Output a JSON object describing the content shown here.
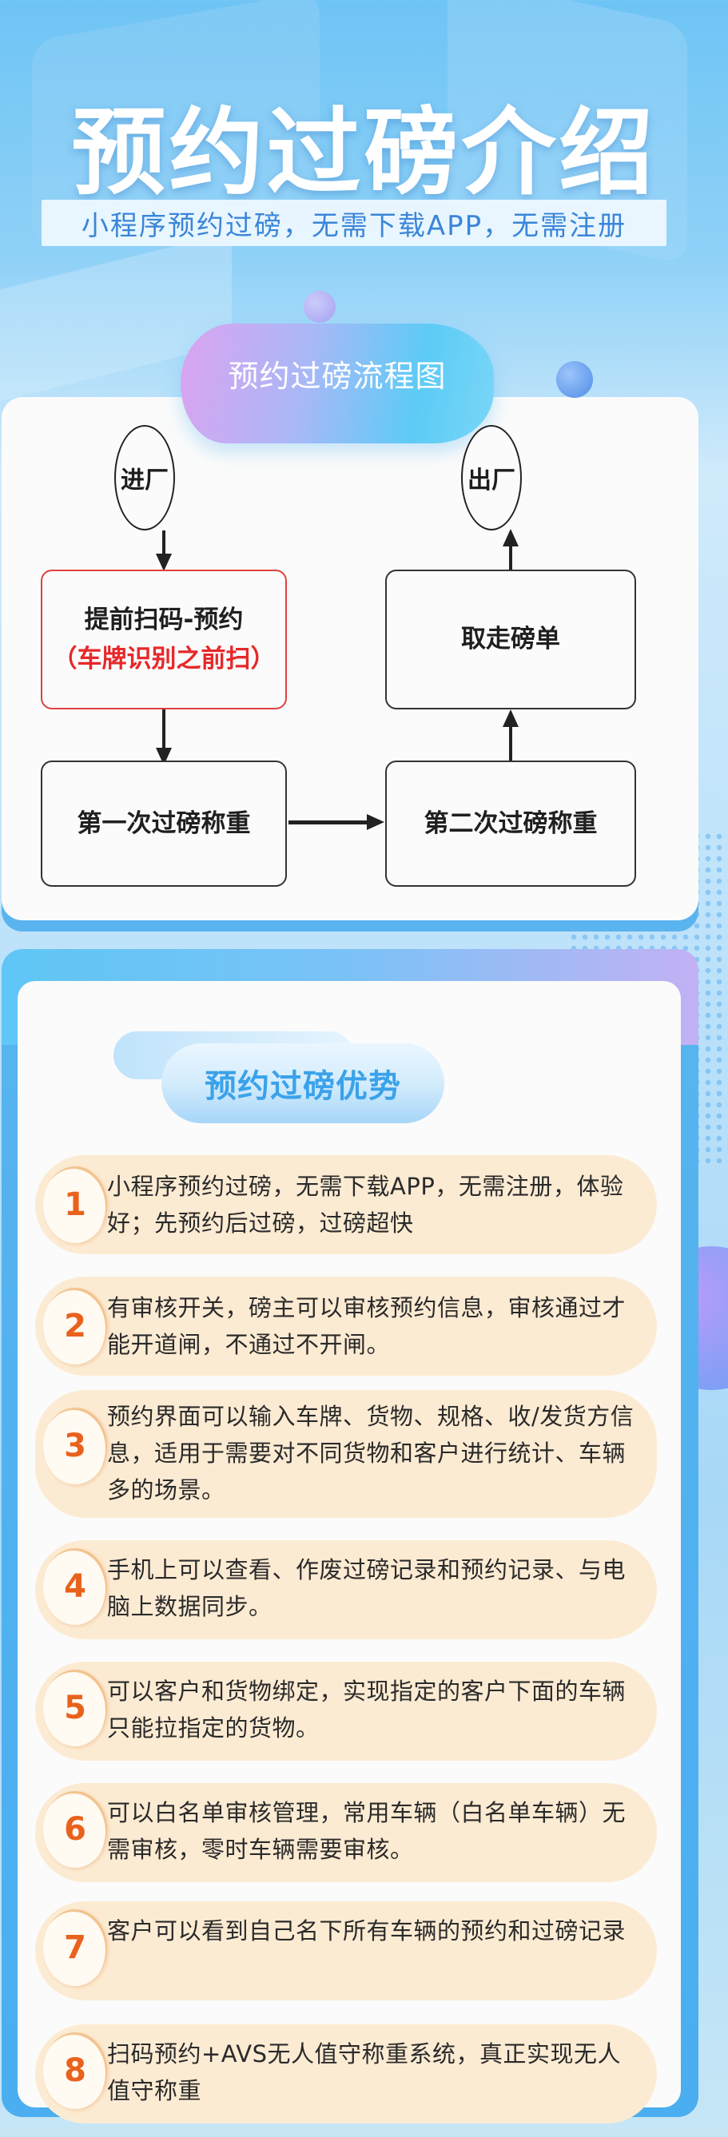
{
  "hero": {
    "title": "预约过磅介绍",
    "subtitle": "小程序预约过磅，无需下载APP，无需注册"
  },
  "flowchart": {
    "title": "预约过磅流程图",
    "nodes": {
      "enter": "进厂",
      "exit": "出厂",
      "scan_line1": "提前扫码-预约",
      "scan_line2": "（车牌识别之前扫）",
      "first_weigh": "第一次过磅称重",
      "second_weigh": "第二次过磅称重",
      "take_ticket": "取走磅单"
    },
    "colors": {
      "highlight": "#e6282a",
      "line": "#222222"
    }
  },
  "advantages": {
    "title": "预约过磅优势",
    "items": [
      {
        "num": "1",
        "text": "小程序预约过磅，无需下载APP，无需注册，体验好；先预约后过磅，过磅超快"
      },
      {
        "num": "2",
        "text": "有审核开关，磅主可以审核预约信息，审核通过才能开道闸，不通过不开闸。"
      },
      {
        "num": "3",
        "text": "预约界面可以输入车牌、货物、规格、收/发货方信息，适用于需要对不同货物和客户进行统计、车辆多的场景。"
      },
      {
        "num": "4",
        "text": "手机上可以查看、作废过磅记录和预约记录、与电脑上数据同步。"
      },
      {
        "num": "5",
        "text": "可以客户和货物绑定，实现指定的客户下面的车辆只能拉指定的货物。"
      },
      {
        "num": "6",
        "text": "可以白名单审核管理，常用车辆（白名单车辆）无需审核，零时车辆需要审核。"
      },
      {
        "num": "7",
        "text": "客户可以看到自己名下所有车辆的预约和过磅记录"
      },
      {
        "num": "8",
        "text": "扫码预约+AVS无人值守称重系统，真正实现无人值守称重"
      }
    ],
    "colors": {
      "number": "#e9621d",
      "item_bg": "#fcebd3",
      "title": "#3aa2ea"
    }
  }
}
